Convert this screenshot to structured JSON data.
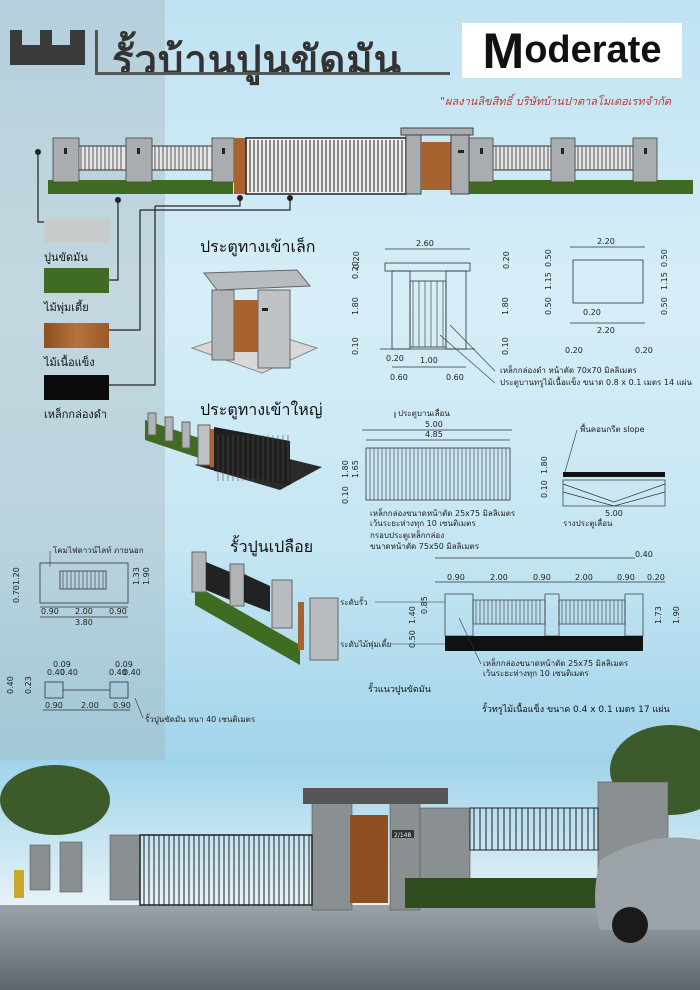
{
  "title": "รั้วบ้านปูนขัดมัน",
  "logo": {
    "first": "M",
    "rest": "oderate"
  },
  "company": "\"ผลงานลิขสิทธิ์ บริษัทบ้านปาตาลโมเดอเรทจำกัด",
  "materials": [
    {
      "label": "ปูนขัดมัน",
      "color": "#c9cccd"
    },
    {
      "label": "ไม้พุ่มเตี้ย",
      "color": "#3f6b22"
    },
    {
      "label": "ไม้เนื้อแข็ง",
      "color": "#a8622e"
    },
    {
      "label": "เหล็กกล่องดำ",
      "color": "#0b0b0b"
    }
  ],
  "sections": {
    "small_gate": "ประตูทางเข้าเล็ก",
    "big_gate": "ประตูทางเข้าใหญ่",
    "fence": "รั้วปูนเปลือย"
  },
  "small_gate_dims": {
    "width": "2.60",
    "inner": "1.00",
    "side1": "0.60",
    "side2": "0.60",
    "col": "0.20",
    "h_top": "0.20",
    "h_mid": "0.20",
    "h_main": "1.80",
    "h_base": "0.10",
    "plan_w": "2.20",
    "plan_h1": "0.50",
    "plan_h2": "1.15",
    "plan_h3": "0.50",
    "plan_c": "0.20",
    "plan_w2": "2.20",
    "plan_c2": "0.20",
    "plan_c3": "0.20",
    "note1": "เหล็กกล่องดำ หน้าตัด 70x70 มิลลิเมตร",
    "note2": "ประตูบานทรูไม้เนื้อแข็ง ขนาด 0.8 x 0.1 เมตร 14 แผ่น"
  },
  "big_gate_dims": {
    "label_top": "ประตูบานเลื่อน",
    "w1": "5.00",
    "w2": "4.85",
    "h1": "1.80",
    "h2": "1.65",
    "h3": "0.10",
    "note1": "เหล็กกล่องขนาดหน้าตัด 25x75 มิลลิเมตร",
    "note2": "เว้นระยะห่างทุก 10 เซนติเมตร",
    "note3": "กรอบประตูเหล็กกล่อง",
    "note4": "ขนาดหน้าตัด 75x50 มิลลิเมตร",
    "side_label": "พื้นคอนกรีต slope",
    "side_w": "5.00",
    "side_h1": "1.80",
    "side_h2": "0.10",
    "rail": "รางประตูเลื่อน"
  },
  "fence_dims": {
    "lamp": "โคมไฟดาวน์ไลท์ ภายนอก",
    "e_w1": "0.90",
    "e_w2": "2.00",
    "e_w3": "0.90",
    "e_total": "3.80",
    "e_h1": "1.20",
    "e_h2": "0.70",
    "e_h3": "1.33",
    "e_h4": "1.90",
    "top_vals": [
      "0.90",
      "2.00",
      "0.90",
      "2.00",
      "0.90"
    ],
    "top_extra": [
      "0.40",
      "0.20"
    ],
    "lvl_fence": "ระดับรั้ว",
    "lvl_shrub": "ระดับไม้พุ่มเตี้ย",
    "h_a": "1.40",
    "h_b": "0.85",
    "h_c": "0.50",
    "h_d": "1.73",
    "h_e": "1.90",
    "note1": "เหล็กกล่องขนาดหน้าตัด 25x75 มิลลิเมตร",
    "note2": "เว้นระยะห่างทุก 10 เซนติเมตร",
    "note3": "รั้วแนวปูนขัดมัน",
    "note4": "รั้วทรูไม้เนื้อแข็ง ขนาด 0.4 x 0.1 เมตร 17 แผ่น",
    "plan_vals": [
      "0.09",
      "0.40",
      "0.40",
      "0.09",
      "0.40",
      "0.40",
      "0.40",
      "0.23",
      "0.90",
      "2.00",
      "0.90"
    ],
    "plan_note": "รั้วปูนขัดมัน หนา 40 เซนติเมตร"
  },
  "house_no": "2/148"
}
